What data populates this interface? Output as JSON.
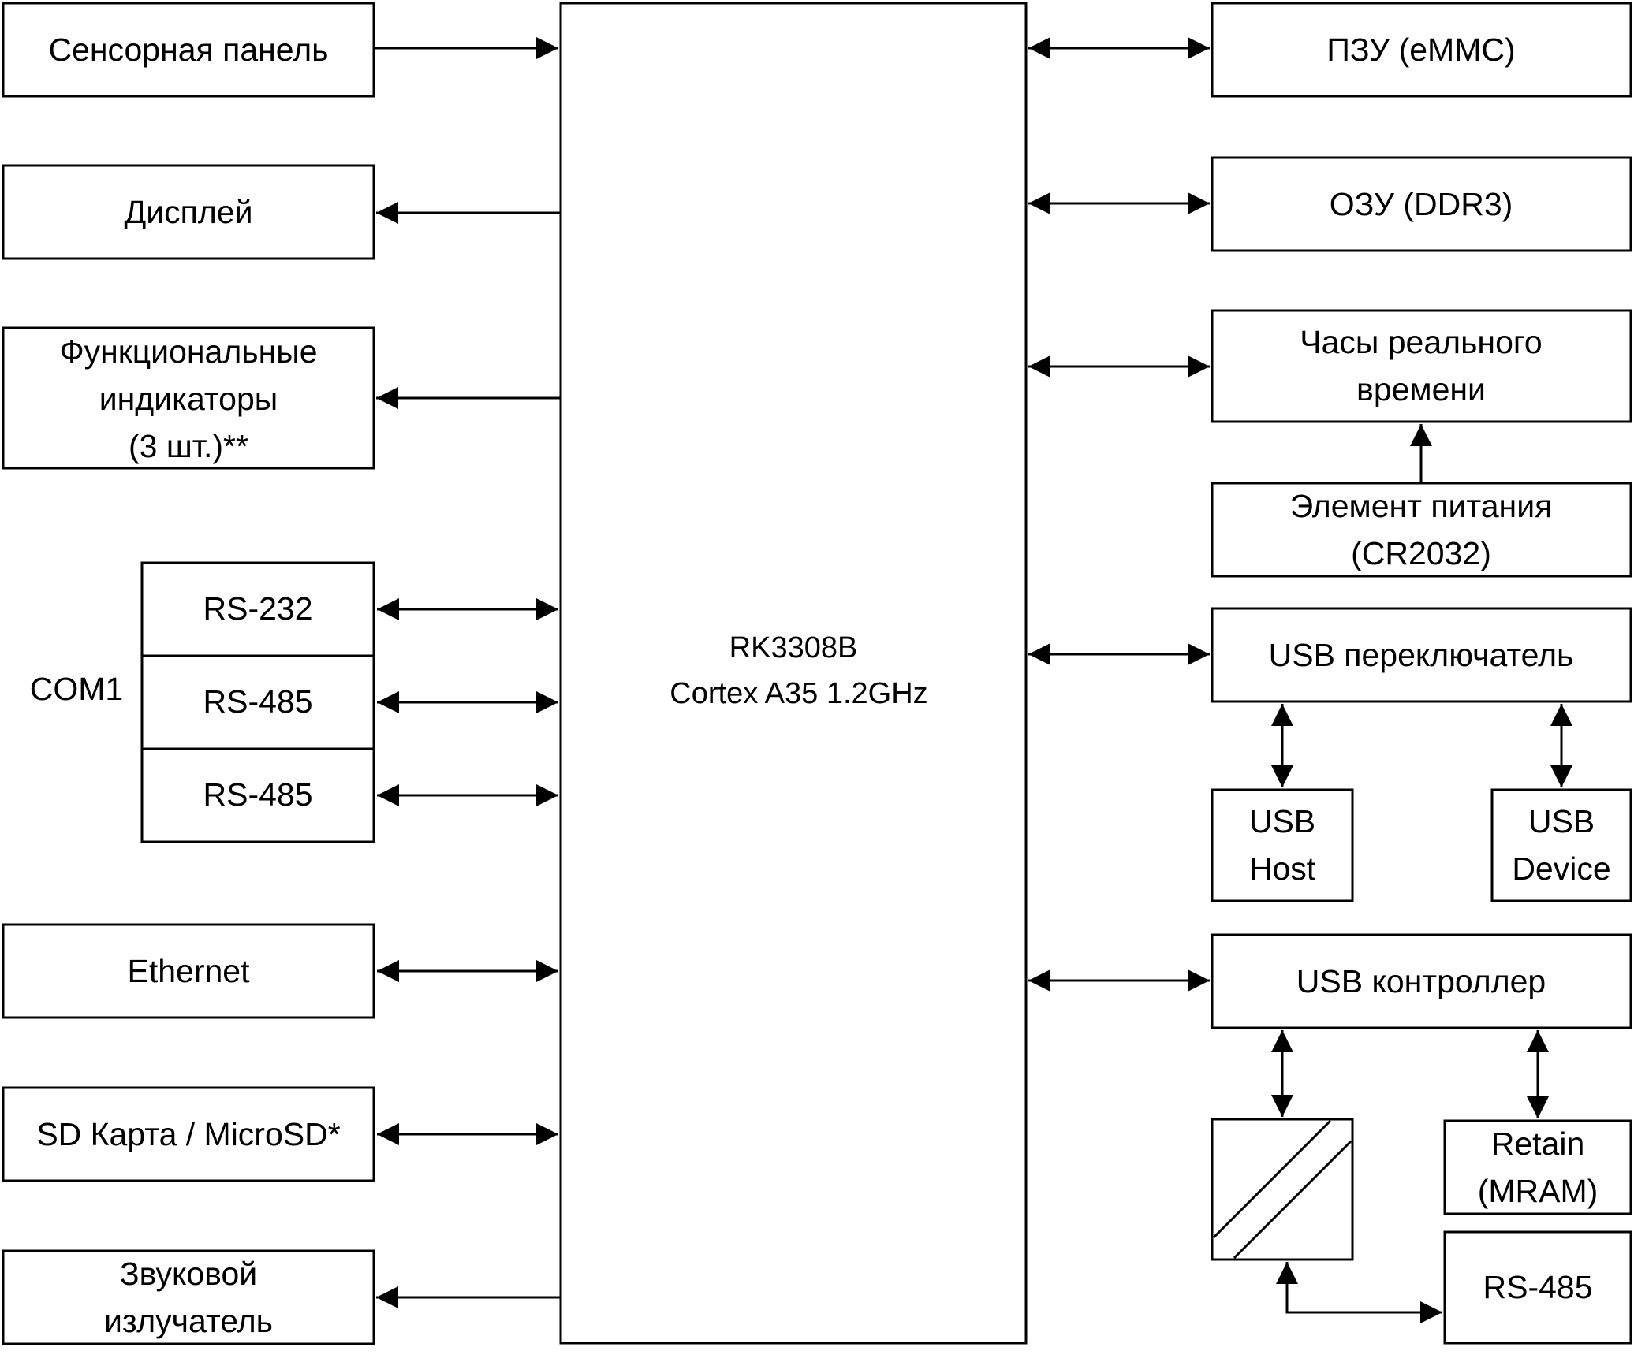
{
  "cpu": {
    "line1": "RK3308B",
    "line2": "Cortex A35 1.2GHz"
  },
  "left": {
    "touch": "Сенсорная панель",
    "display": "Дисплей",
    "indicators": [
      "Функциональные",
      "индикаторы",
      "(3 шт.)**"
    ],
    "com_label": "COM1",
    "com_ports": [
      "RS-232",
      "RS-485",
      "RS-485"
    ],
    "ethernet": "Ethernet",
    "sd": "SD Карта / MicroSD*",
    "buzzer": [
      "Звуковой",
      "излучатель"
    ]
  },
  "right": {
    "rom": "ПЗУ (eMMC)",
    "ram": "ОЗУ (DDR3)",
    "rtc": [
      "Часы реального",
      "времени"
    ],
    "battery": [
      "Элемент питания",
      "(CR2032)"
    ],
    "usb_switch": "USB переключатель",
    "usb_host": [
      "USB",
      "Host"
    ],
    "usb_device": [
      "USB",
      "Device"
    ],
    "usb_controller": "USB контроллер",
    "retain": [
      "Retain",
      "(MRAM)"
    ],
    "rs485": "RS-485"
  }
}
